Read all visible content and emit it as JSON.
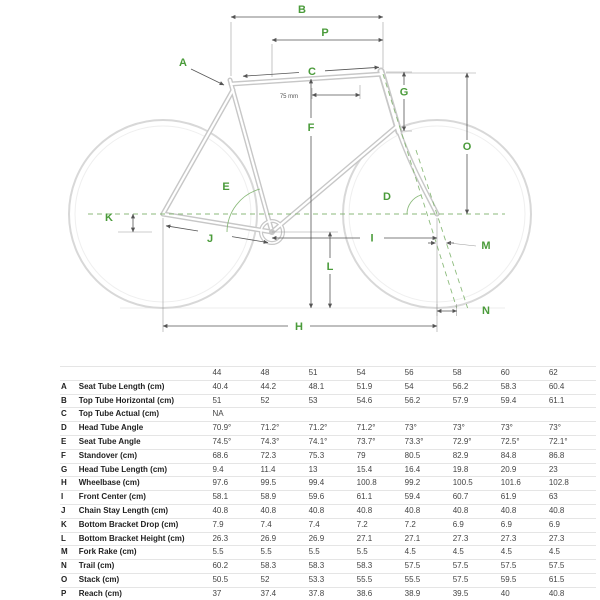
{
  "colors": {
    "accent_green": "#4a9b3a",
    "guide_green": "#7fb36d",
    "drawing_gray": "#c7c7c7",
    "dimension_gray": "#555555"
  },
  "diagram": {
    "labels": {
      "A": "A",
      "B": "B",
      "C": "C",
      "D": "D",
      "E": "E",
      "F": "F",
      "G": "G",
      "H": "H",
      "I": "I",
      "J": "J",
      "K": "K",
      "L": "L",
      "M": "M",
      "N": "N",
      "O": "O",
      "P": "P"
    },
    "annotation_75mm": "75 mm"
  },
  "table": {
    "sizes": [
      "44",
      "48",
      "51",
      "54",
      "56",
      "58",
      "60",
      "62"
    ],
    "rows": [
      {
        "key": "A",
        "name": "Seat Tube Length (cm)",
        "values": [
          "40.4",
          "44.2",
          "48.1",
          "51.9",
          "54",
          "56.2",
          "58.3",
          "60.4"
        ]
      },
      {
        "key": "B",
        "name": "Top Tube Horizontal (cm)",
        "values": [
          "51",
          "52",
          "53",
          "54.6",
          "56.2",
          "57.9",
          "59.4",
          "61.1"
        ]
      },
      {
        "key": "C",
        "name": "Top Tube Actual (cm)",
        "values": [
          "NA",
          "",
          "",
          "",
          "",
          "",
          "",
          ""
        ]
      },
      {
        "key": "D",
        "name": "Head Tube Angle",
        "values": [
          "70.9°",
          "71.2°",
          "71.2°",
          "71.2°",
          "73°",
          "73°",
          "73°",
          "73°"
        ]
      },
      {
        "key": "E",
        "name": "Seat Tube Angle",
        "values": [
          "74.5°",
          "74.3°",
          "74.1°",
          "73.7°",
          "73.3°",
          "72.9°",
          "72.5°",
          "72.1°"
        ]
      },
      {
        "key": "F",
        "name": "Standover (cm)",
        "values": [
          "68.6",
          "72.3",
          "75.3",
          "79",
          "80.5",
          "82.9",
          "84.8",
          "86.8"
        ]
      },
      {
        "key": "G",
        "name": "Head Tube Length (cm)",
        "values": [
          "9.4",
          "11.4",
          "13",
          "15.4",
          "16.4",
          "19.8",
          "20.9",
          "23"
        ]
      },
      {
        "key": "H",
        "name": "Wheelbase (cm)",
        "values": [
          "97.6",
          "99.5",
          "99.4",
          "100.8",
          "99.2",
          "100.5",
          "101.6",
          "102.8"
        ]
      },
      {
        "key": "I",
        "name": "Front Center (cm)",
        "values": [
          "58.1",
          "58.9",
          "59.6",
          "61.1",
          "59.4",
          "60.7",
          "61.9",
          "63"
        ]
      },
      {
        "key": "J",
        "name": "Chain Stay Length (cm)",
        "values": [
          "40.8",
          "40.8",
          "40.8",
          "40.8",
          "40.8",
          "40.8",
          "40.8",
          "40.8"
        ]
      },
      {
        "key": "K",
        "name": "Bottom Bracket Drop (cm)",
        "values": [
          "7.9",
          "7.4",
          "7.4",
          "7.2",
          "7.2",
          "6.9",
          "6.9",
          "6.9"
        ]
      },
      {
        "key": "L",
        "name": "Bottom Bracket Height (cm)",
        "values": [
          "26.3",
          "26.9",
          "26.9",
          "27.1",
          "27.1",
          "27.3",
          "27.3",
          "27.3"
        ]
      },
      {
        "key": "M",
        "name": "Fork Rake (cm)",
        "values": [
          "5.5",
          "5.5",
          "5.5",
          "5.5",
          "4.5",
          "4.5",
          "4.5",
          "4.5"
        ]
      },
      {
        "key": "N",
        "name": "Trail (cm)",
        "values": [
          "60.2",
          "58.3",
          "58.3",
          "58.3",
          "57.5",
          "57.5",
          "57.5",
          "57.5"
        ]
      },
      {
        "key": "O",
        "name": "Stack (cm)",
        "values": [
          "50.5",
          "52",
          "53.3",
          "55.5",
          "55.5",
          "57.5",
          "59.5",
          "61.5"
        ]
      },
      {
        "key": "P",
        "name": "Reach (cm)",
        "values": [
          "37",
          "37.4",
          "37.8",
          "38.6",
          "38.9",
          "39.5",
          "40",
          "40.8"
        ]
      }
    ]
  }
}
